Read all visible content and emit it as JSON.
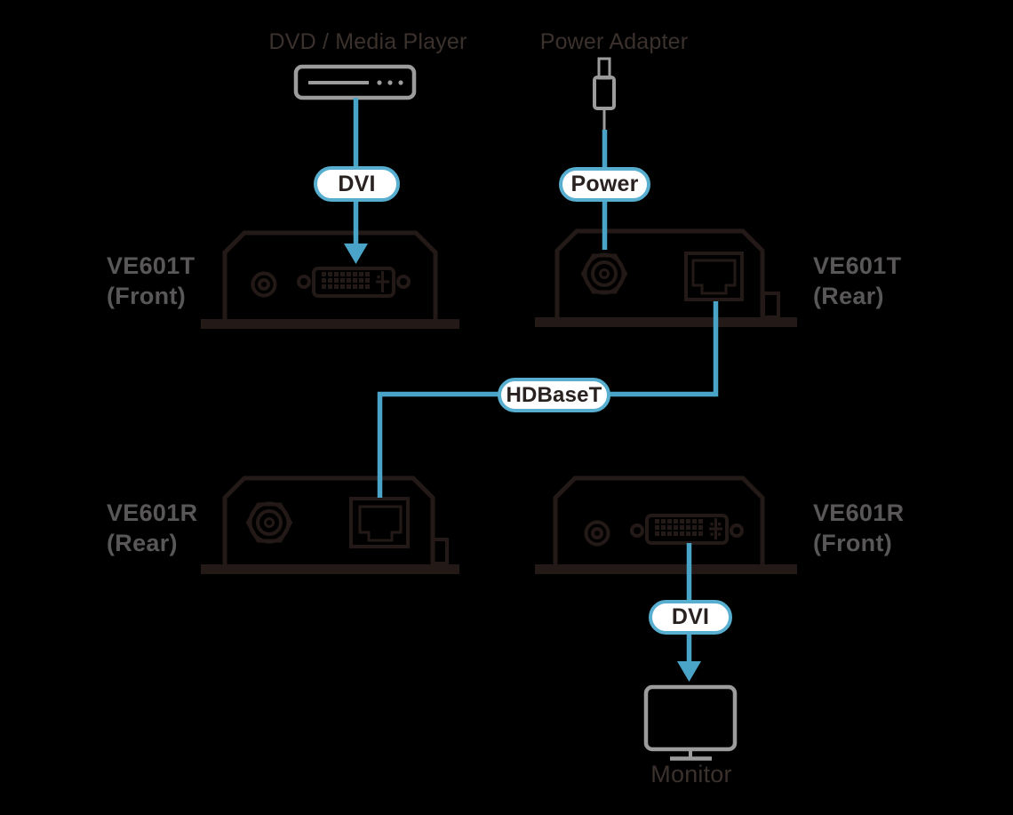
{
  "colors": {
    "background": "#000000",
    "cable_blue": "#4AA4C8",
    "pill_border": "#57AECF",
    "pill_fill": "#FFFFFF",
    "pill_text": "#2A2220",
    "device_outline": "#231916",
    "peripheral_gray": "#9C9C9C",
    "label_gray": "#595757",
    "label_dark": "#3B312D"
  },
  "peripherals": {
    "dvd_label": "DVD / Media Player",
    "power_adapter_label": "Power Adapter",
    "monitor_label": "Monitor"
  },
  "connections": {
    "dvi_top": "DVI",
    "power": "Power",
    "hdbaset": "HDBaseT",
    "dvi_bottom": "DVI"
  },
  "devices": {
    "ve601t_front": {
      "name": "VE601T",
      "view": "(Front)"
    },
    "ve601t_rear": {
      "name": "VE601T",
      "view": "(Rear)"
    },
    "ve601r_rear": {
      "name": "VE601R",
      "view": "(Rear)"
    },
    "ve601r_front": {
      "name": "VE601R",
      "view": "(Front)"
    }
  }
}
